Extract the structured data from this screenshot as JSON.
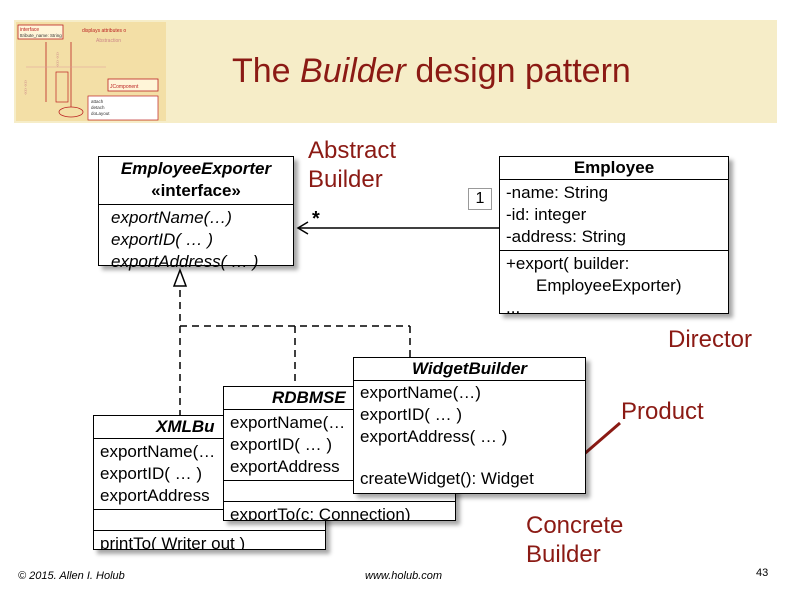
{
  "slide": {
    "title_pre": "The ",
    "title_em": "Builder",
    "title_post": " design pattern",
    "page_number": "43"
  },
  "thumbnail": {
    "t1": "interface",
    "t2": "ttribute_name: String",
    "t3": "displays attributes o",
    "t4": "JComponent",
    "t5": "attach",
    "t6": "detach",
    "t7": "doLayout",
    "t8": "Abstraction"
  },
  "employee_exporter": {
    "name": "EmployeeExporter",
    "stereotype": "«interface»",
    "methods": [
      "exportName(…)",
      "exportID( … )",
      "exportAddress( … )"
    ]
  },
  "employee": {
    "name": "Employee",
    "attributes": [
      "-name: String",
      "-id: integer",
      "-address: String"
    ],
    "method_line1": "+export( builder:",
    "method_line2": "EmployeeExporter)",
    "method_more": "..."
  },
  "association": {
    "one": "1",
    "many": "*"
  },
  "xml_builder": {
    "name": "XMLBu",
    "methods": [
      "exportName(…",
      "exportID( … )",
      "exportAddress"
    ],
    "extra": "printTo( Writer out )"
  },
  "rdbms_builder": {
    "name": "RDBMSE",
    "methods": [
      "exportName(…",
      "exportID( … )",
      "exportAddress"
    ],
    "extra": "exportTo(c: Connection)"
  },
  "widget_builder": {
    "name": "WidgetBuilder",
    "methods": [
      "exportName(…)",
      "exportID( … )",
      "exportAddress( … )"
    ],
    "extra": "createWidget(): Widget"
  },
  "labels": {
    "abstract_builder_1": "Abstract",
    "abstract_builder_2": "Builder",
    "director": "Director",
    "product": "Product",
    "concrete_builder_1": "Concrete",
    "concrete_builder_2": "Builder"
  },
  "footer": {
    "copyright": "© 2015. Allen I. Holub",
    "url": "www.holub.com"
  },
  "colors": {
    "accent": "#8b1a14",
    "banner": "#f6edc8"
  }
}
